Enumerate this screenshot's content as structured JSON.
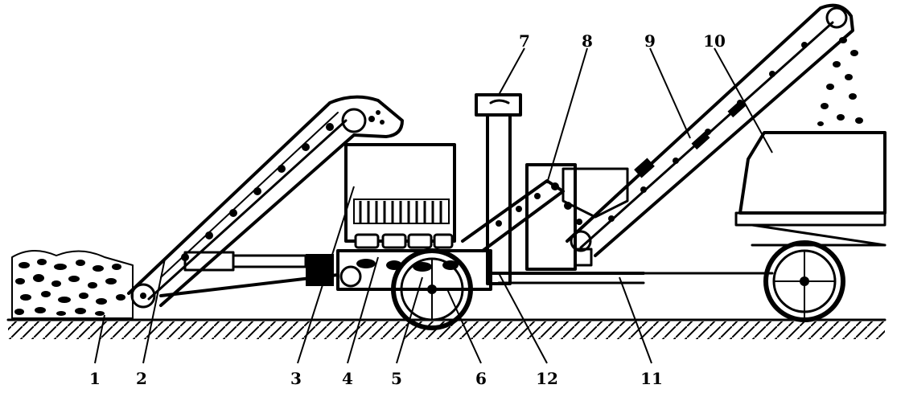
{
  "diagram": {
    "type": "mechanical-schematic",
    "part_labels": [
      "1",
      "2",
      "3",
      "4",
      "5",
      "6",
      "12",
      "11",
      "7",
      "8",
      "9",
      "10"
    ]
  }
}
